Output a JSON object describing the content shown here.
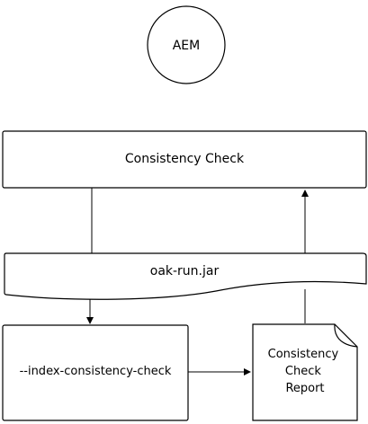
{
  "diagram": {
    "nodes": {
      "aem": {
        "label": "AEM",
        "shape": "circle"
      },
      "consistency_check": {
        "label": "Consistency Check",
        "shape": "rectangle"
      },
      "oak_run": {
        "label": "oak-run.jar",
        "shape": "wavy-banner"
      },
      "index_check": {
        "label": "--index-consistency-check",
        "shape": "rectangle"
      },
      "report": {
        "lines": [
          "Consistency",
          "Check",
          "Report"
        ],
        "shape": "document"
      }
    },
    "edges": [
      {
        "from": "consistency_check",
        "to": "oak_run",
        "arrow": "none"
      },
      {
        "from": "oak_run",
        "to": "index_check",
        "arrow": "end"
      },
      {
        "from": "index_check",
        "to": "report",
        "arrow": "end"
      },
      {
        "from": "report",
        "to": "oak_run",
        "arrow": "none"
      },
      {
        "from": "oak_run",
        "to": "consistency_check",
        "arrow": "end"
      }
    ],
    "colors": {
      "stroke": "#000000",
      "fill": "#ffffff",
      "text": "#000000"
    }
  }
}
